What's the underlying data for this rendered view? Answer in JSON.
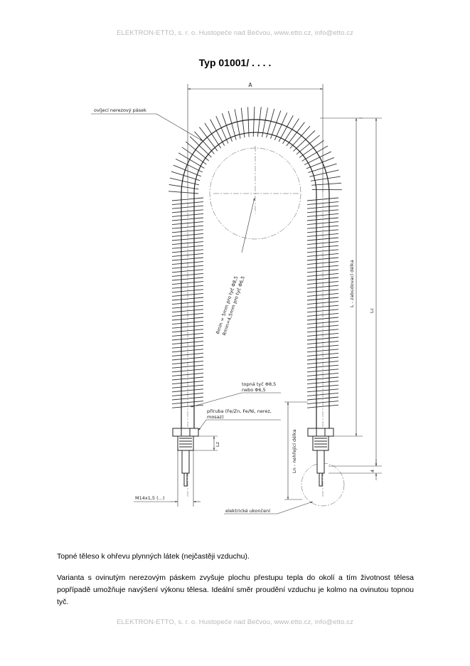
{
  "header": {
    "text": "ELEKTRON-ETTO, s. r. o. Hustopeče nad Bečvou, www.etto.cz, info@etto.cz"
  },
  "title": "Typ 01001/ . . . .",
  "drawing": {
    "labels": {
      "dim_a": "A",
      "ribbon": "ovíjecí nerezový pásek",
      "radius_1": "Rmin = 5mm pro tyč Φ8,5",
      "radius_2": "Rmin=4,5mm pro tyč Φ6,5",
      "rod_1": "topná tyč Φ8,5",
      "rod_2": "nebo Φ6,5",
      "flange_1": "příruba (Fe/Zn, Fe/Ni, nerez,",
      "flange_2": "mosaz)",
      "lz": "Lz",
      "thread": "M14x1,5 (...)",
      "terminal": "elektrické ukončení",
      "ln": "Ln - nehřející délka",
      "l": "L - zabudovací délka",
      "lc": "Lc",
      "four": "4"
    }
  },
  "body": {
    "p1": "Topné těleso k ohřevu plynných látek (nejčastěji vzduchu).",
    "p2": "Varianta s ovinutým nerezovým páskem zvyšuje plochu přestupu tepla do okolí a tím životnost tělesa popřípadě umožňuje navýšení výkonu tělesa. Ideální směr proudění vzduchu je kolmo na ovinutou topnou tyč."
  },
  "footer": {
    "text": "ELEKTRON-ETTO, s. r. o. Hustopeče nad Bečvou, www.etto.cz, info@etto.cz"
  }
}
